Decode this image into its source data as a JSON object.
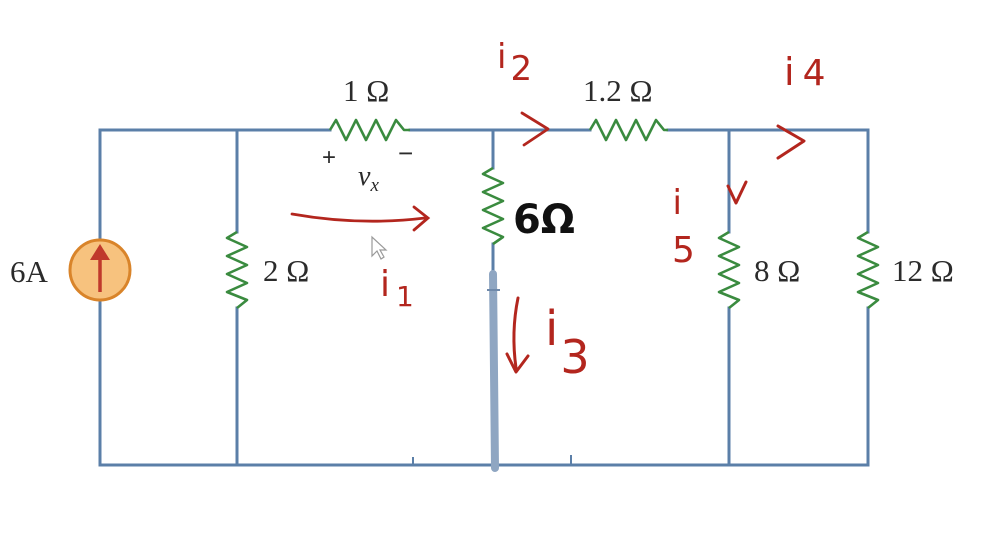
{
  "circuit": {
    "source": {
      "label": "6A"
    },
    "resistors": {
      "r1": "1 Ω",
      "r2": "2 Ω",
      "r12": "1.2 Ω",
      "r6": "6Ω",
      "r8": "8 Ω",
      "r12b": "12 Ω"
    },
    "vx": {
      "plus": "+",
      "minus": "−",
      "label": "v",
      "subscript": "x"
    }
  },
  "annotations": {
    "i1": {
      "base": "i",
      "sub": "1"
    },
    "i2": {
      "base": "i",
      "sub": "2"
    },
    "i3": {
      "base": "i",
      "sub": "3"
    },
    "i4": {
      "base": "i",
      "sub": "4"
    },
    "i5": {
      "base": "i",
      "sub": "5"
    }
  },
  "colors": {
    "wire": "#5b7fa8",
    "resistor": "#3a8b3f",
    "source_fill": "#f7c27e",
    "source_stroke": "#d9842a",
    "source_arrow": "#c0392b",
    "annotation_red": "#b3261e",
    "annotation_blue": "#8fa6c2"
  }
}
